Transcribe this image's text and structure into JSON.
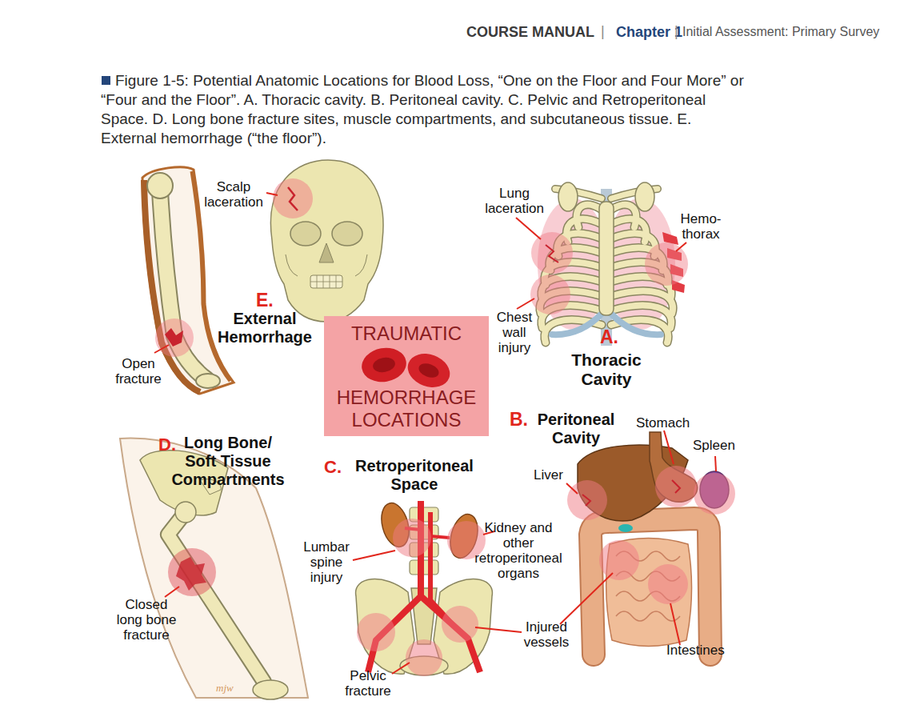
{
  "diagram": {
    "caption": "Figure 1-5: Potential Anatomic Locations for Blood Loss, “One on the Floor and Four More” or “Four and the Floor”. A. Thoracic cavity. B. Peritoneal cavity. C. Pelvic and Retroperitoneal Space. D. Long bone fracture sites, muscle compartments, and subcutaneous tissue. E. External hemorrhage (“the floor”).",
    "nodes": [
      {
        "text": [
          "TRAUMATIC",
          "HEMORRHAGE LOCATIONS"
        ]
      }
    ],
    "labels": [
      "COURSE MANUAL",
      "|",
      "Chapter 1",
      "|",
      "Initial Assessment: Primary Survey",
      "Scalp laceration",
      "Lung laceration",
      "Hemo- thorax",
      "E.",
      "External Hemorrhage",
      "Chest wall injury",
      "A.",
      "Thoracic Cavity",
      "Open fracture",
      "B.",
      "Peritoneal Cavity",
      "Stomach",
      "Spleen",
      "D.",
      "Long Bone/ Soft Tissue Compartments",
      "C.",
      "Retroperitoneal Space",
      "Liver",
      "Kidney and other retroperitoneal organs",
      "Lumbar spine injury",
      "Closed long bone fracture",
      "Injured vessels",
      "Intestines",
      "Pelvic fracture",
      "mjw"
    ]
  }
}
